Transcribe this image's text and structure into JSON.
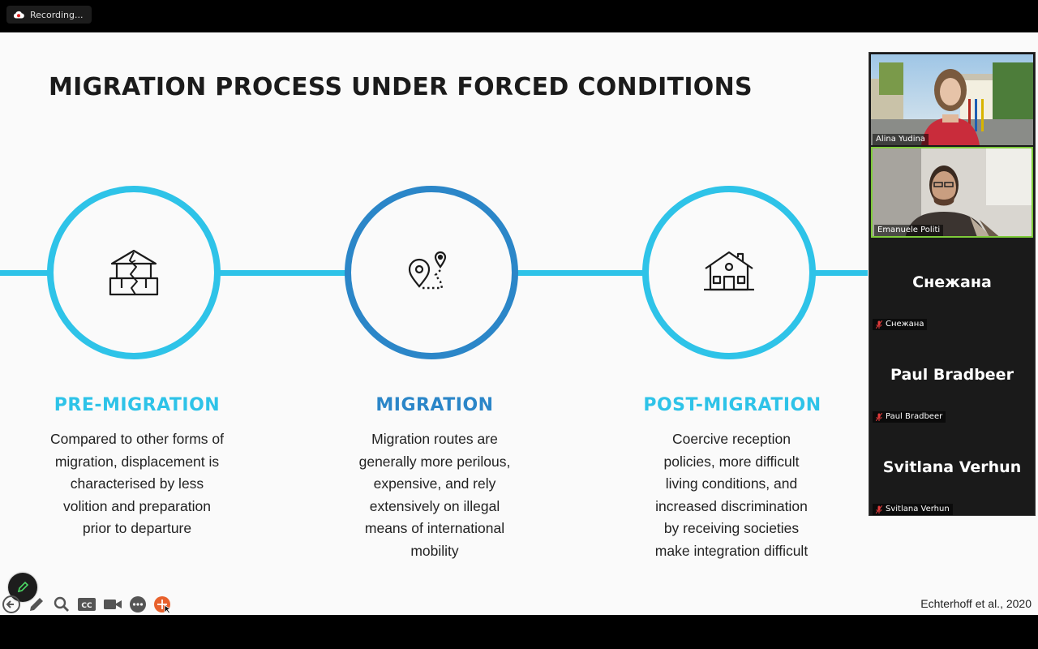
{
  "recording": {
    "label": "Recording..."
  },
  "slide": {
    "title": "MIGRATION PROCESS UNDER FORCED CONDITIONS",
    "stages": [
      {
        "heading": "PRE-MIGRATION",
        "icon": "damaged-building-icon",
        "lines": [
          "Compared to other forms of",
          "migration, displacement is",
          "characterised by less",
          "volition and preparation",
          "prior to departure"
        ]
      },
      {
        "heading": "MIGRATION",
        "icon": "route-map-pin-icon",
        "lines": [
          "Migration routes are",
          "generally more perilous,",
          "expensive, and rely",
          "extensively on illegal",
          "means of international",
          "mobility"
        ]
      },
      {
        "heading": "POST-MIGRATION",
        "icon": "house-icon",
        "lines": [
          "Coercive reception",
          "policies, more difficult",
          "living conditions, and",
          "increased discrimination",
          "by receiving societies",
          "make integration difficult"
        ]
      }
    ],
    "citation": "Echterhoff et al., 2020",
    "colors": {
      "light_blue": "#2ec3e8",
      "dark_blue": "#2b86c8"
    }
  },
  "participants": [
    {
      "name": "Alina Yudina",
      "video": true
    },
    {
      "name": "Emanuele Politi",
      "video": true,
      "active_speaker": true
    },
    {
      "name": "Снежана",
      "video": false,
      "muted": true
    },
    {
      "name": "Paul Bradbeer",
      "video": false,
      "muted": true
    },
    {
      "name": "Svitlana Verhun",
      "video": false,
      "muted": true
    }
  ],
  "toolbar": {
    "icons": [
      "pen-icon",
      "back-arrow-icon",
      "annotate-pencil-icon",
      "search-icon",
      "closed-captions-icon",
      "camera-icon",
      "more-icon",
      "laser-pointer-icon"
    ],
    "cc_label": "CC"
  }
}
